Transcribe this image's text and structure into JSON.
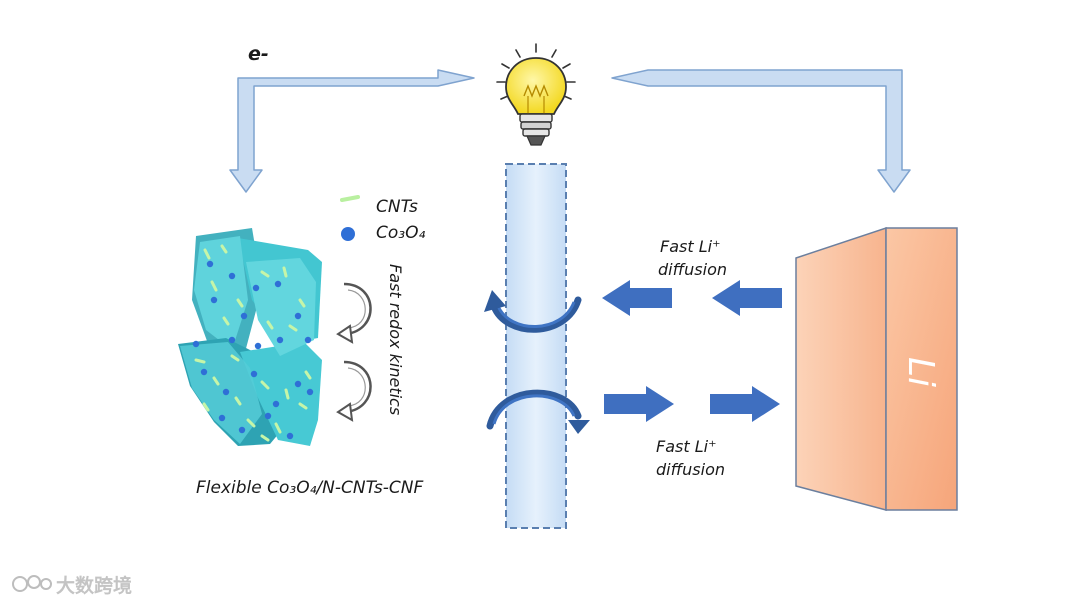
{
  "labels": {
    "electron": "e-",
    "legend_cnts": "CNTs",
    "legend_co3o4": "Co₃O₄",
    "redox_kinetics": "Fast redox kinetics",
    "top_diffusion_line1": "Fast Li⁺",
    "top_diffusion_line2": "diffusion",
    "bottom_diffusion_line1": "Fast Li⁺",
    "bottom_diffusion_line2": "diffusion",
    "cathode_caption": "Flexible Co₃O₄/N-CNTs-CNF",
    "anode": "Li"
  },
  "watermark": "大数跨境",
  "colors": {
    "arrow_fill": "#c9dcf2",
    "arrow_stroke": "#7fa3cf",
    "diffusion_arrow": "#3f6fc0",
    "separator_fill": "#d3e6f9",
    "separator_stroke": "#5a7fb0",
    "cathode": "#3fc1cc",
    "cnt": "#b9f0a0",
    "co3o4_dot": "#2f6fd6",
    "li_block": "#f9b58e",
    "bulb": "#f8e44a"
  },
  "icons": [
    "light-bulb-icon",
    "rotate-arrow-icon",
    "curved-arrow-icon"
  ]
}
